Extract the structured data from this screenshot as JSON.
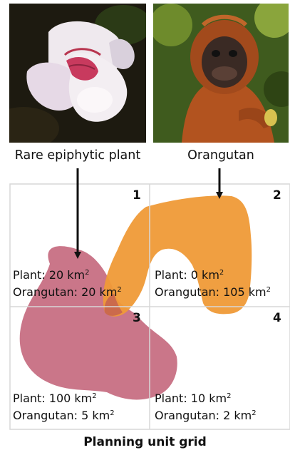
{
  "photos": {
    "plant_caption": "Rare epiphytic plant",
    "orangutan_caption": "Orangutan"
  },
  "colors": {
    "plant_shape": "#c4677c",
    "orangutan_shape": "#ef9a37",
    "grid_line": "#d7d7d7"
  },
  "cells": [
    {
      "number": "1",
      "plant_label": "Plant: 20 km",
      "orangutan_label": "Orangutan: 20 km",
      "unit_exponent": "2"
    },
    {
      "number": "2",
      "plant_label": "Plant: 0 km",
      "orangutan_label": "Orangutan: 105 km",
      "unit_exponent": "2"
    },
    {
      "number": "3",
      "plant_label": "Plant: 100 km",
      "orangutan_label": "Orangutan: 5 km",
      "unit_exponent": "2"
    },
    {
      "number": "4",
      "plant_label": "Plant: 10 km",
      "orangutan_label": "Orangutan: 2 km",
      "unit_exponent": "2"
    }
  ],
  "grid_title": "Planning unit grid"
}
